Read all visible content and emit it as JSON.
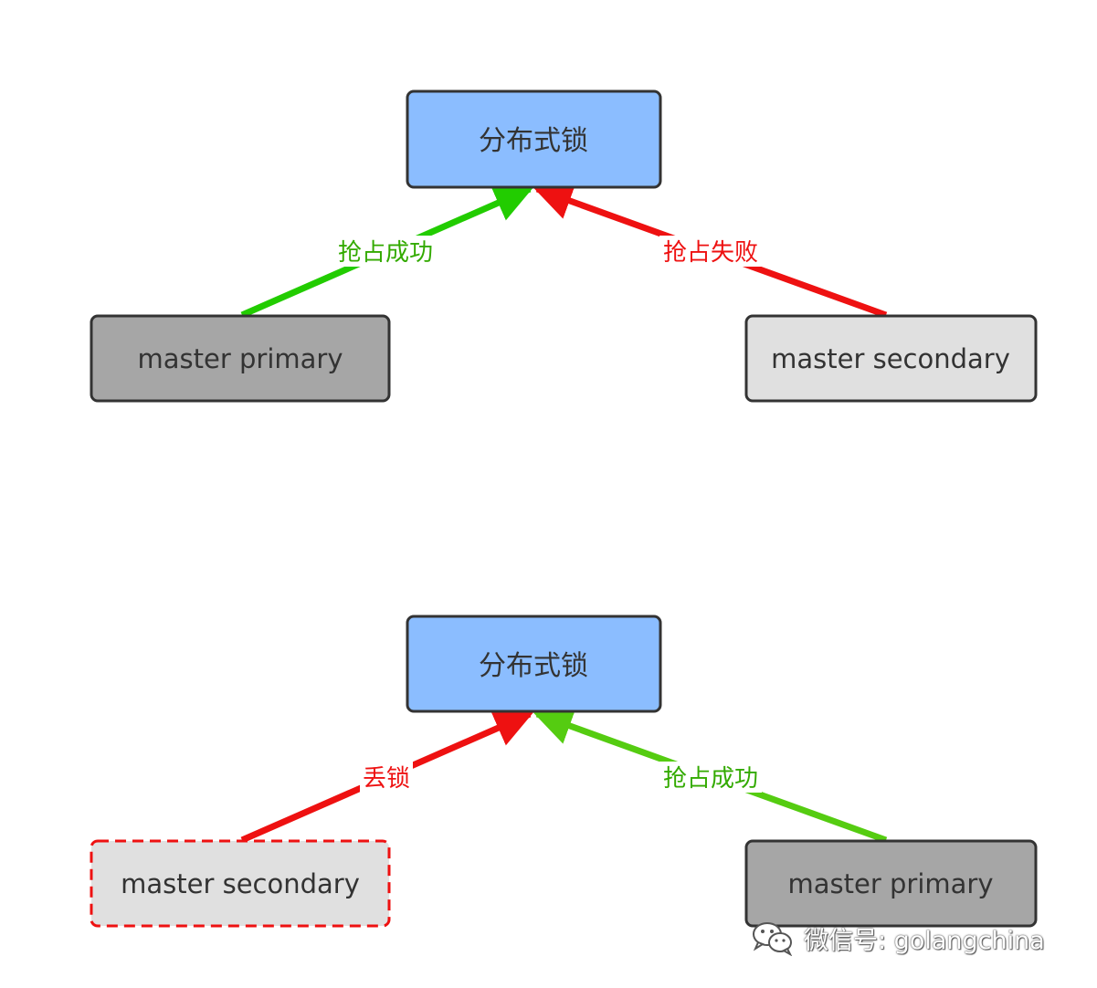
{
  "colors": {
    "lock_fill": "#8bbdff",
    "primary_fill": "#a6a6a6",
    "secondary_fill": "#e0e0e0",
    "box_stroke": "#333333",
    "lost_stroke": "#ee1111",
    "green_arrow": "#22cc00",
    "green_arrow_alt": "#55cc11",
    "red_arrow": "#ee1111",
    "green_label": "#33aa00",
    "red_label": "#ee1111"
  },
  "diagram_top": {
    "lock_label": "分布式锁",
    "left_node_label": "master primary",
    "right_node_label": "master secondary",
    "left_edge_label": "抢占成功",
    "right_edge_label": "抢占失败"
  },
  "diagram_bottom": {
    "lock_label": "分布式锁",
    "left_node_label": "master secondary",
    "right_node_label": "master primary",
    "left_edge_label": "丢锁",
    "right_edge_label": "抢占成功"
  },
  "watermark": {
    "icon": "wechat-icon",
    "text": "微信号: golangchina"
  }
}
